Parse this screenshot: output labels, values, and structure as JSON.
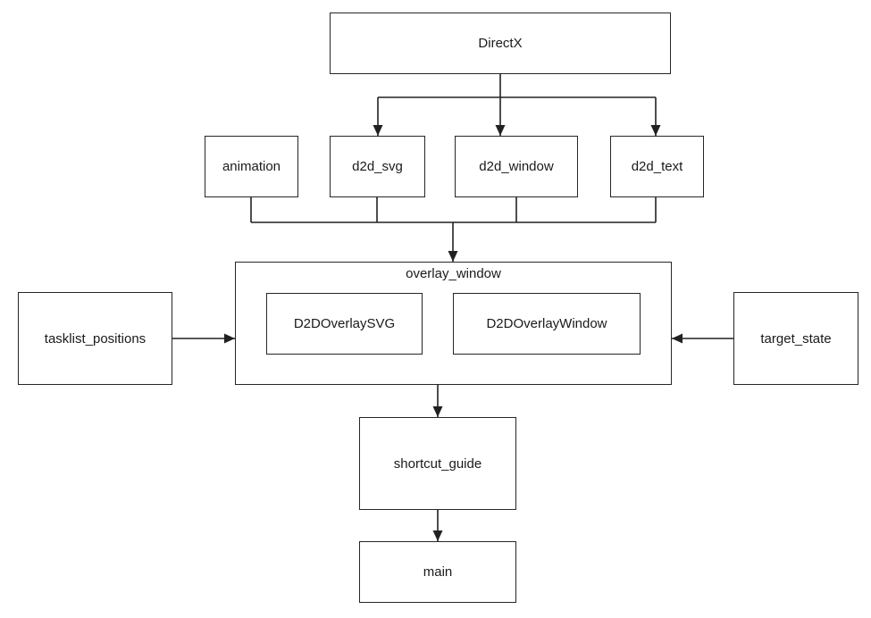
{
  "diagram": {
    "type": "dependency-diagram",
    "colors": {
      "background": "#ffffff",
      "line": "#212121",
      "box_border": "#262626",
      "box_fill": "#ffffff",
      "text": "#1a1a1a"
    },
    "nodes": {
      "directx": {
        "label": "DirectX"
      },
      "animation": {
        "label": "animation"
      },
      "d2d_svg": {
        "label": "d2d_svg"
      },
      "d2d_window": {
        "label": "d2d_window"
      },
      "d2d_text": {
        "label": "d2d_text"
      },
      "overlay_window": {
        "label": "overlay_window"
      },
      "d2d_overlay_svg": {
        "label": "D2DOverlaySVG"
      },
      "d2d_overlay_window": {
        "label": "D2DOverlayWindow"
      },
      "tasklist_positions": {
        "label": "tasklist_positions"
      },
      "target_state": {
        "label": "target_state"
      },
      "shortcut_guide": {
        "label": "shortcut_guide"
      },
      "main": {
        "label": "main"
      }
    },
    "edges": [
      {
        "from": "DirectX",
        "to": "d2d_svg"
      },
      {
        "from": "DirectX",
        "to": "d2d_window"
      },
      {
        "from": "DirectX",
        "to": "d2d_text"
      },
      {
        "from": "animation",
        "to": "overlay_window"
      },
      {
        "from": "d2d_svg",
        "to": "overlay_window"
      },
      {
        "from": "d2d_window",
        "to": "overlay_window"
      },
      {
        "from": "d2d_text",
        "to": "overlay_window"
      },
      {
        "from": "tasklist_positions",
        "to": "overlay_window"
      },
      {
        "from": "target_state",
        "to": "overlay_window"
      },
      {
        "from": "overlay_window",
        "to": "shortcut_guide"
      },
      {
        "from": "shortcut_guide",
        "to": "main"
      }
    ]
  }
}
